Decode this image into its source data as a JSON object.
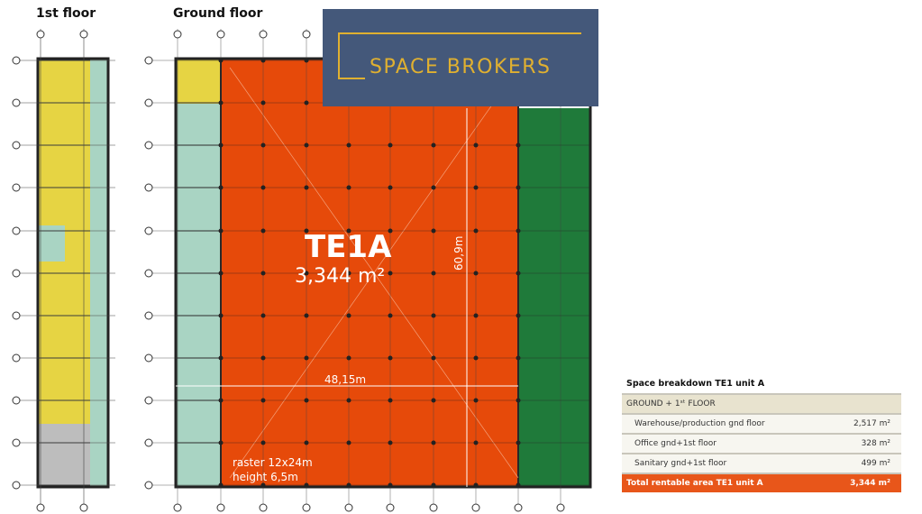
{
  "floors": {
    "first": "1st floor",
    "ground": "Ground floor"
  },
  "logo": {
    "text": "SPACE BROKERS",
    "bg": "#44587a",
    "accent": "#e0b030"
  },
  "unit": {
    "name": "TE1A",
    "area": "3,344 m²",
    "width_dim": "48,15m",
    "depth_dim": "60,9m",
    "raster": "raster 12x24m",
    "height": "height 6,5m"
  },
  "colors": {
    "warehouse": "#e64a0a",
    "office": "#a9d4c3",
    "sanitary": "#e6d443",
    "neighbor": "#1f7a3a",
    "storage": "#bdbdbd"
  },
  "table": {
    "title": "Space breakdown TE1 unit A",
    "header": "GROUND + 1ˢᵗ FLOOR",
    "rows": [
      {
        "label": "Warehouse/production gnd floor",
        "value": "2,517 m²"
      },
      {
        "label": "Office gnd+1st floor",
        "value": "328 m²"
      },
      {
        "label": "Sanitary gnd+1st floor",
        "value": "499 m²"
      }
    ],
    "total": {
      "label": "Total rentable area TE1 unit A",
      "value": "3,344 m²"
    }
  }
}
